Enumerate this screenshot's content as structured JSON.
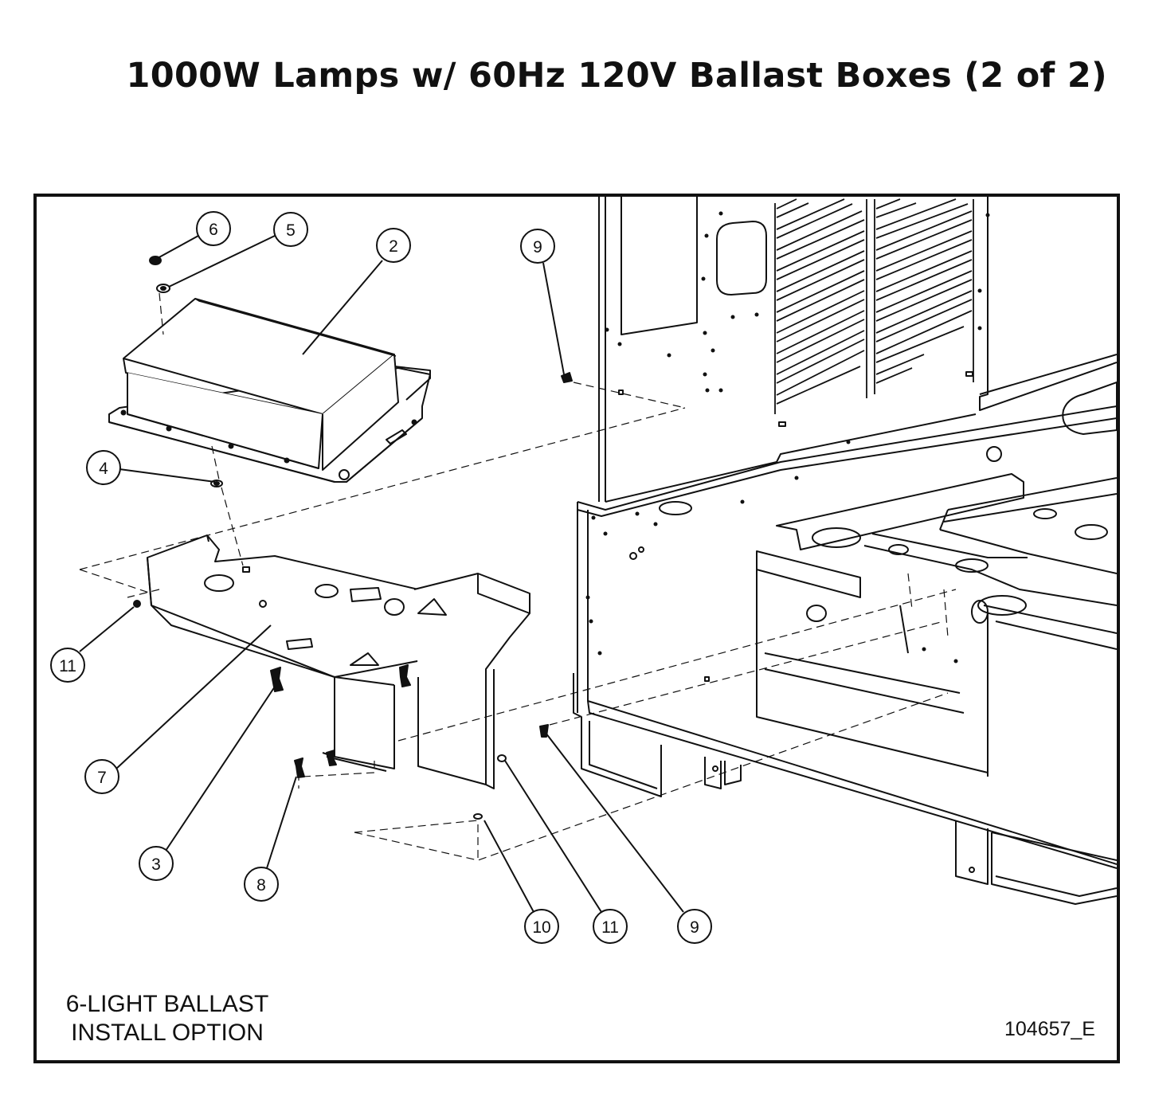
{
  "title": "1000W Lamps w/ 60Hz 120V Ballast Boxes (2 of 2)",
  "caption_lines": [
    "6-LIGHT BALLAST",
    "INSTALL OPTION"
  ],
  "doc_number": "104657_E",
  "callouts": [
    {
      "number": "6",
      "part": "nut"
    },
    {
      "number": "5",
      "part": "washer"
    },
    {
      "number": "2",
      "part": "ballast-box"
    },
    {
      "number": "9",
      "part": "screw"
    },
    {
      "number": "4",
      "part": "washer"
    },
    {
      "number": "11",
      "part": "nut"
    },
    {
      "number": "7",
      "part": "mounting-bracket"
    },
    {
      "number": "3",
      "part": "bolt"
    },
    {
      "number": "8",
      "part": "screw"
    },
    {
      "number": "10",
      "part": "washer"
    },
    {
      "number": "11",
      "part": "nut"
    },
    {
      "number": "9",
      "part": "screw"
    }
  ],
  "colors": {
    "line": "#111111",
    "background": "#ffffff"
  }
}
